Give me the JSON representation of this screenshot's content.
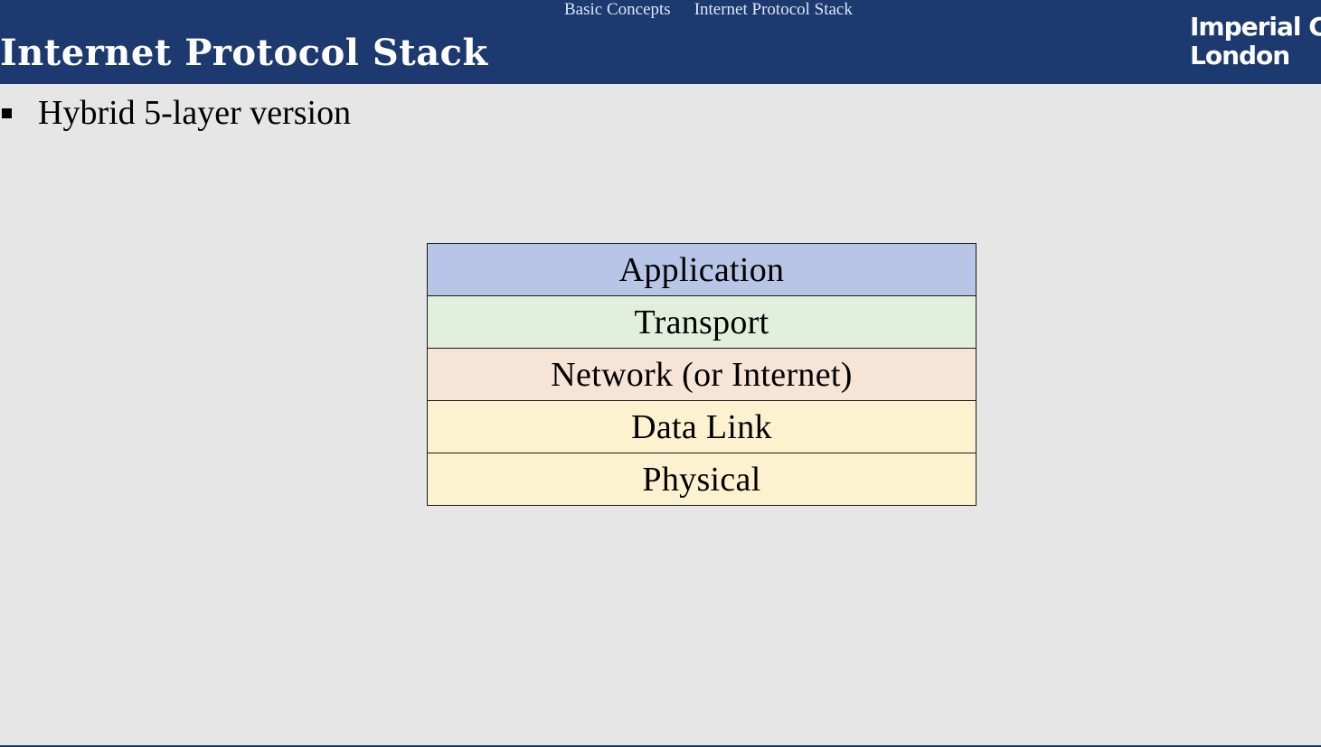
{
  "nav": {
    "section": "Basic Concepts",
    "subsection": "Internet Protocol Stack"
  },
  "title": "Internet Protocol Stack",
  "logo": {
    "line1": "Imperial Co",
    "line2": "London"
  },
  "bullet": {
    "text": "Hybrid 5-layer version"
  },
  "layers": [
    {
      "label": "Application",
      "color": "#b7c5e6"
    },
    {
      "label": "Transport",
      "color": "#e2efdc"
    },
    {
      "label": "Network (or Internet)",
      "color": "#f6e4d7"
    },
    {
      "label": "Data Link",
      "color": "#fcf2d0"
    },
    {
      "label": "Physical",
      "color": "#fcf2d0"
    }
  ],
  "colors": {
    "header": "#1c3a70",
    "background": "#e6e6e6"
  }
}
